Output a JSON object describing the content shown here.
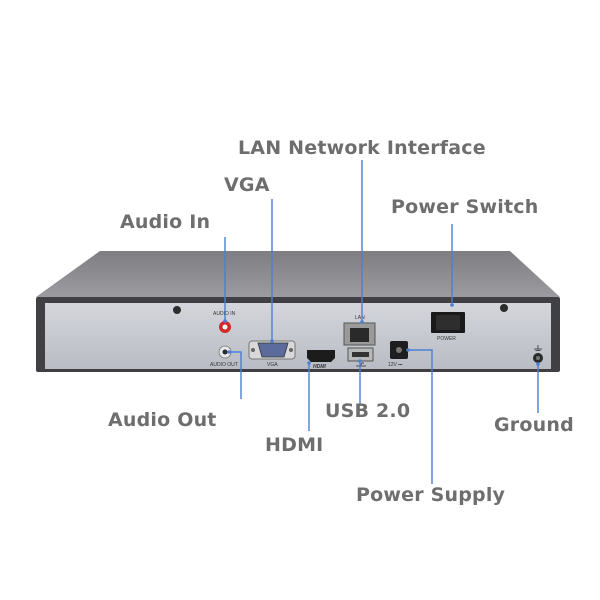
{
  "callouts": {
    "lan": "LAN Network Interface",
    "vga": "VGA",
    "power_switch": "Power Switch",
    "audio_in": "Audio In",
    "audio_out": "Audio Out",
    "hdmi": "HDMI",
    "usb": "USB 2.0",
    "ground": "Ground",
    "power_supply": "Power Supply"
  },
  "panel_labels": {
    "audio_in": "AUDIO IN",
    "audio_out": "AUDIO OUT",
    "vga": "VGA",
    "lan": "LAN",
    "hdmi": "HDMI",
    "power": "POWER",
    "dc": "12V ⎓"
  },
  "colors": {
    "leader_line": "#4a7fd4",
    "label_text": "#6e6e6e",
    "chassis_top": "#8a8a8e",
    "panel_face": "#c6c8cf",
    "audio_in_jack": "#d12a2a"
  },
  "icons": {
    "usb": "usb-icon",
    "ground": "ground-icon"
  }
}
